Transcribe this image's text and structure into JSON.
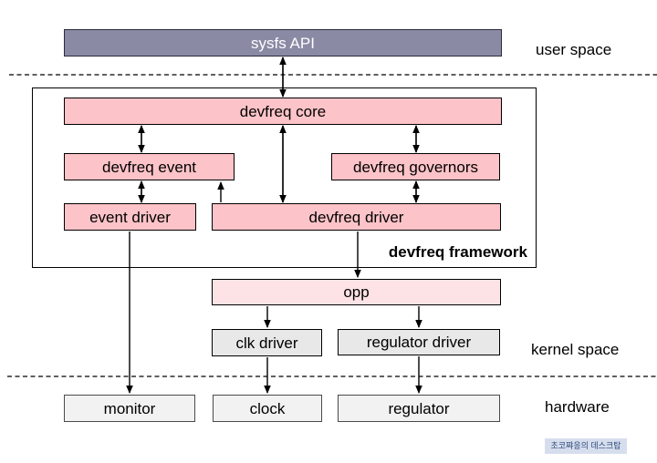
{
  "diagram": {
    "title_context": "devfreq framework block diagram",
    "layers": {
      "user_space": "user space",
      "kernel_space": "kernel space",
      "hardware": "hardware"
    },
    "nodes": {
      "sysfs_api": "sysfs API",
      "devfreq_core": "devfreq core",
      "devfreq_event": "devfreq event",
      "devfreq_governors": "devfreq governors",
      "event_driver": "event driver",
      "devfreq_driver": "devfreq driver",
      "framework_label": "devfreq framework",
      "opp": "opp",
      "clk_driver": "clk driver",
      "regulator_driver": "regulator driver",
      "monitor": "monitor",
      "clock": "clock",
      "regulator": "regulator"
    },
    "edges": [
      {
        "from": "sysfs API",
        "to": "devfreq core",
        "style": "bidirectional"
      },
      {
        "from": "devfreq core",
        "to": "devfreq event",
        "style": "bidirectional"
      },
      {
        "from": "devfreq core",
        "to": "devfreq driver",
        "style": "bidirectional"
      },
      {
        "from": "devfreq core",
        "to": "devfreq governors",
        "style": "bidirectional"
      },
      {
        "from": "devfreq event",
        "to": "event driver",
        "style": "bidirectional"
      },
      {
        "from": "devfreq driver",
        "to": "devfreq event",
        "style": "arrow"
      },
      {
        "from": "devfreq governors",
        "to": "devfreq driver",
        "style": "bidirectional"
      },
      {
        "from": "event driver",
        "to": "monitor",
        "style": "arrow"
      },
      {
        "from": "devfreq driver",
        "to": "opp",
        "style": "arrow"
      },
      {
        "from": "opp",
        "to": "clk driver",
        "style": "arrow"
      },
      {
        "from": "opp",
        "to": "regulator driver",
        "style": "arrow"
      },
      {
        "from": "clk driver",
        "to": "clock",
        "style": "arrow"
      },
      {
        "from": "regulator driver",
        "to": "regulator",
        "style": "arrow"
      }
    ],
    "watermark": "초코쨔응의 데스크탑",
    "colors": {
      "sysfs_fill": "#8a8aa5",
      "pink_fill": "#fcc3c8",
      "opp_fill": "#fde3e5",
      "gray_fill": "#e8e8e8",
      "hw_fill": "#f2f2f2",
      "badge_bg": "#d6deee",
      "badge_text": "#2f4878",
      "line": "#000000"
    }
  }
}
